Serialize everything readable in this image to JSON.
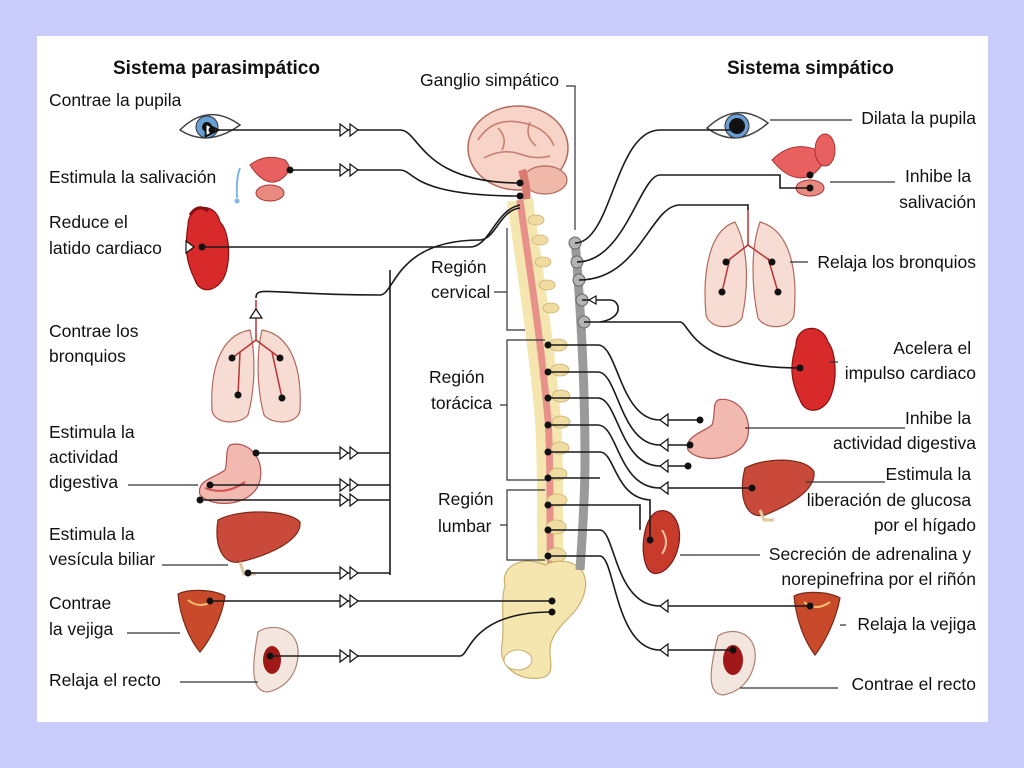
{
  "titles": {
    "parasympathetic": "Sistema parasimpático",
    "ganglion": "Ganglio simpático",
    "sympathetic": "Sistema simpático"
  },
  "regions": {
    "cervical": [
      "Región",
      "cervical"
    ],
    "thoracic": [
      "Región",
      "torácica"
    ],
    "lumbar": [
      "Región",
      "lumbar"
    ]
  },
  "parasympathetic": [
    [
      "Contrae la pupila"
    ],
    [
      "Estimula la salivación"
    ],
    [
      "Reduce el",
      "latido cardiaco"
    ],
    [
      "Contrae los",
      "bronquios"
    ],
    [
      "Estimula la",
      "actividad",
      "digestiva"
    ],
    [
      "Estimula la",
      "vesícula biliar"
    ],
    [
      "Contrae",
      "la vejiga"
    ],
    [
      "Relaja el recto"
    ]
  ],
  "sympathetic": [
    [
      "Dilata la pupila"
    ],
    [
      "Inhibe la",
      "salivación"
    ],
    [
      "Relaja los bronquios"
    ],
    [
      "Acelera el",
      "impulso cardiaco"
    ],
    [
      "Inhibe la",
      "actividad digestiva"
    ],
    [
      "Estimula la",
      "liberación de glucosa",
      "por el hígado"
    ],
    [
      "Secreción de adrenalina y",
      "norepinefrina por el riñón"
    ],
    [
      "Relaja la vejiga"
    ],
    [
      "Contrae el recto"
    ]
  ],
  "icons": {
    "eye": "eye-icon",
    "salivary": "salivary-gland-icon",
    "heart": "heart-icon",
    "lungs": "lungs-icon",
    "stomach": "stomach-icon",
    "liver": "liver-icon",
    "bladder": "bladder-icon",
    "rectum": "rectum-icon",
    "kidney": "kidney-icon",
    "brain": "brain-icon",
    "spine": "spinal-cord-icon",
    "pelvis": "pelvis-icon",
    "ganglion-chain": "ganglion-chain-icon"
  },
  "colors": {
    "background": "#c9cbfb",
    "panel": "#ffffff",
    "organ_red": "#d82a2a",
    "organ_pink": "#f2b9b0",
    "bone": "#f5e6b0",
    "cord": "#e8908a",
    "ganglion_gray": "#9a9a9a"
  }
}
